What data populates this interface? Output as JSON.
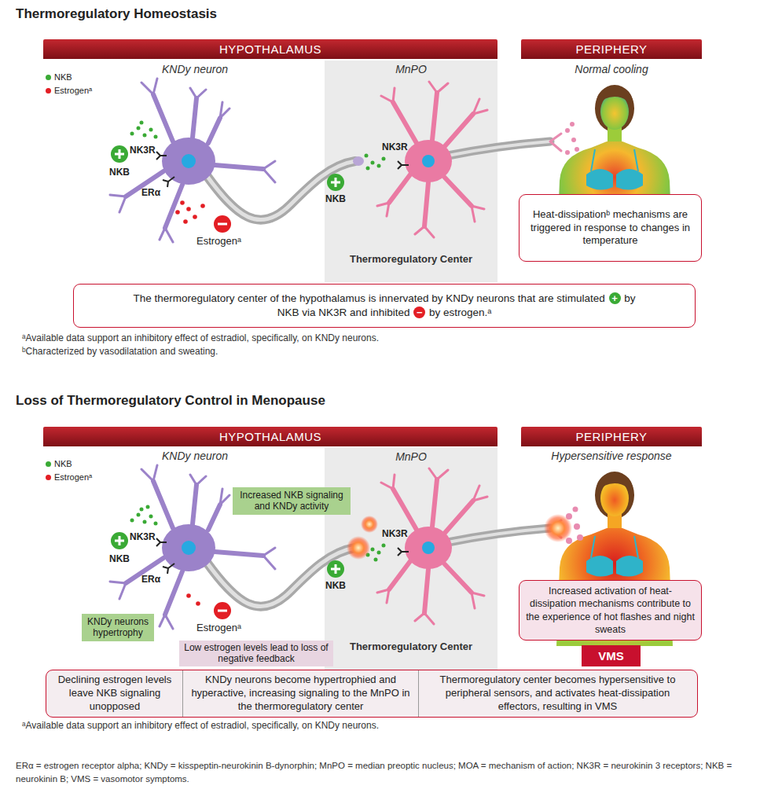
{
  "diagram": {
    "nodes": [
      {
        "text": [
          "HYPOTHALAMUS"
        ]
      },
      {
        "text": [
          "PERIPHERY"
        ]
      },
      {
        "text": [
          "MnPO",
          "Thermoregulatory Center"
        ]
      },
      {
        "text": [
          "Heat-dissipationᵇ mechanisms are triggered in response to changes in temperature"
        ]
      },
      {
        "text": [
          "The thermoregulatory center of the hypothalamus is innervated by KNDy neurons that are stimulated + by NKB via NK3R and inhibited − by estrogen.ᵃ"
        ]
      },
      {
        "text": [
          "HYPOTHALAMUS"
        ]
      },
      {
        "text": [
          "PERIPHERY"
        ]
      },
      {
        "text": [
          "MnPO",
          "Thermoregulatory Center"
        ]
      },
      {
        "text": [
          "Increased NKB signaling and KNDy activity"
        ]
      },
      {
        "text": [
          "KNDy neurons hypertrophy"
        ]
      },
      {
        "text": [
          "Low estrogen levels lead to loss of negative feedback"
        ]
      },
      {
        "text": [
          "Increased activation of heat-dissipation mechanisms contribute to the experience of hot flashes and night sweats"
        ]
      },
      {
        "text": [
          "VMS"
        ]
      },
      {
        "text": [
          "Declining estrogen levels leave NKB signaling unopposed",
          "KNDy neurons become hypertrophied and hyperactive, increasing signaling to the MnPO in the thermoregulatory center",
          "Thermoregulatory center becomes hypersensitive to peripheral sensors, and activates heat-dissipation effectors, resulting in VMS"
        ]
      }
    ],
    "labels": [
      "Thermoregulatory Homeostasis",
      "KNDy neuron",
      "Normal cooling",
      "NK3R",
      "NKB",
      "ERα",
      "Estrogenᵃ",
      "NK3R",
      "NKB",
      "ᵃAvailable data support an inhibitory effect of estradiol, specifically, on KNDy neurons.",
      "ᵇCharacterized by vasodilatation and sweating.",
      "Loss of Thermoregulatory Control in Menopause",
      "KNDy neuron",
      "Hypersensitive response",
      "NK3R",
      "NKB",
      "ERα",
      "Estrogenᵃ",
      "NK3R",
      "NKB",
      "ᵃAvailable data support an inhibitory effect of estradiol, specifically, on KNDy neurons.",
      "ERα = estrogen receptor alpha; KNDy = kisspeptin-neurokinin B-dynorphin; MnPO = median preoptic nucleus; MOA = mechanism of action; NK3R = neurokinin 3 receptors; NKB = neurokinin B; VMS = vasomotor symptoms."
    ],
    "legend": [
      {
        "text": "NKB",
        "color": "#3aaa35"
      },
      {
        "text": "Estrogenᵃ",
        "color": "#e31e24"
      },
      {
        "text": "NKB",
        "color": "#3aaa35"
      },
      {
        "text": "Estrogenᵃ",
        "color": "#e31e24"
      }
    ]
  }
}
